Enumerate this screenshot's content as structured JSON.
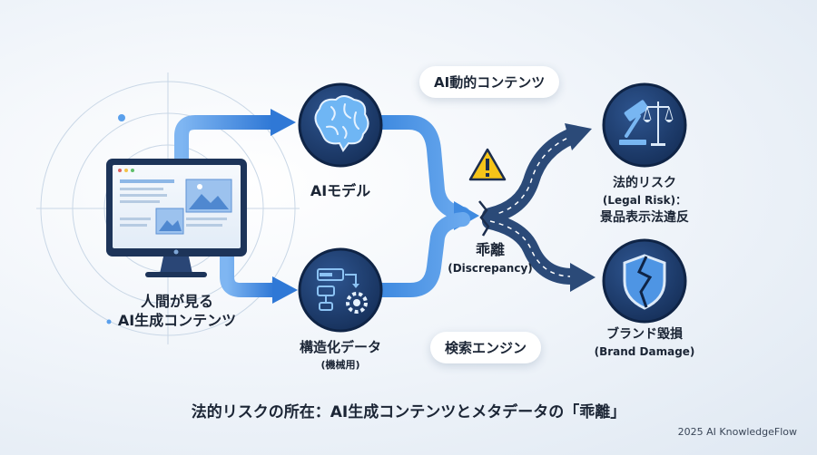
{
  "nodes": {
    "human_content": {
      "line1": "人間が見る",
      "line2": "AI生成コンテンツ"
    },
    "ai_model": {
      "label": "AIモデル"
    },
    "structured_data": {
      "label": "構造化データ",
      "sublabel": "(機械用)"
    },
    "discrepancy": {
      "label": "乖離",
      "sublabel": "(Discrepancy)"
    },
    "legal_risk": {
      "line1": "法的リスク",
      "line2": "(Legal Risk)：",
      "line3": "景品表示法違反"
    },
    "brand_damage": {
      "line1": "ブランド毀損",
      "line2": "(Brand Damage)"
    }
  },
  "bubbles": {
    "dynamic_content": "AI動的コンテンツ",
    "search_engine": "検索エンジン"
  },
  "caption": "法的リスクの所在：AI生成コンテンツとメタデータの「乖離」",
  "brand": "2025 AI KnowledgeFlow",
  "colors": {
    "navy": "#1f3a68",
    "arrow": "#3b86de",
    "road": "#2b4a78",
    "warning": "#f5c419"
  }
}
